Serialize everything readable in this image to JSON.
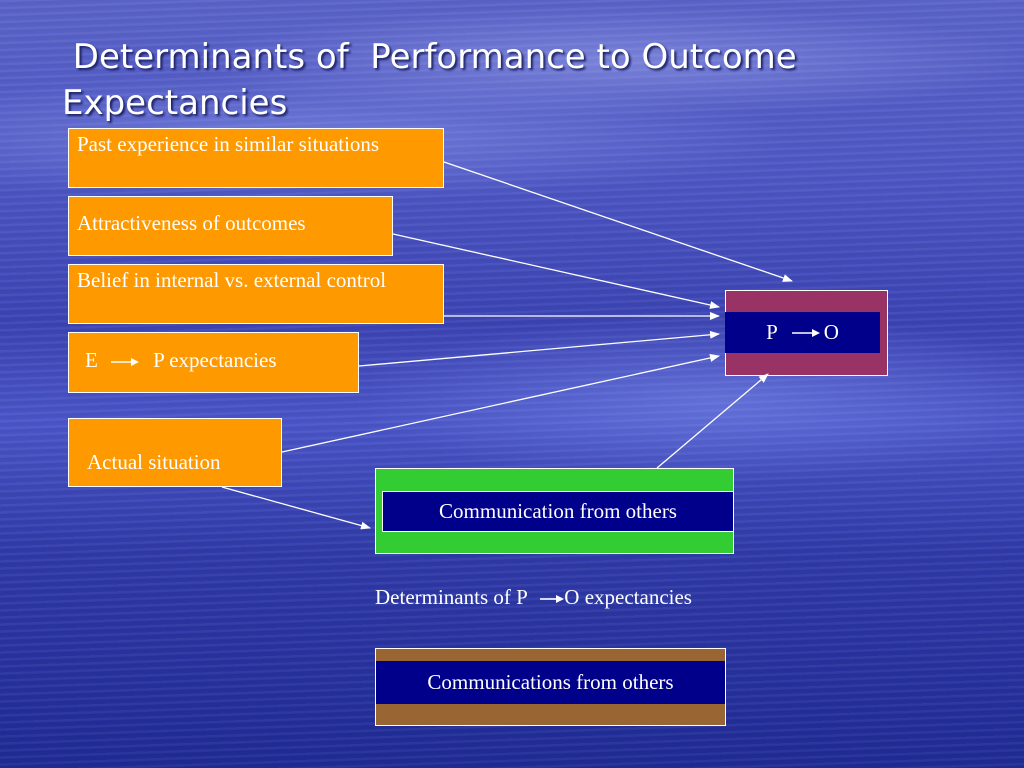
{
  "slide": {
    "title_line1": " Determinants of  Performance to Outcome",
    "title_line2": "Expectancies"
  },
  "boxes": {
    "past_experience": "Past experience in similar situations",
    "attractiveness": "Attractiveness of outcomes",
    "belief": "Belief in internal vs. external control",
    "ep_left": "E",
    "ep_right": "P expectancies",
    "actual_situation": "Actual situation",
    "communication": "Communication from others",
    "po_left": "P",
    "po_right": "O"
  },
  "caption": {
    "left": "Determinants of P",
    "right": "O expectancies"
  },
  "legend": {
    "communications": "Communications from others"
  },
  "colors": {
    "orange": "#ff9900",
    "navy": "#00008b",
    "maroon": "#993366",
    "green": "#33cc33",
    "brown": "#996633"
  }
}
